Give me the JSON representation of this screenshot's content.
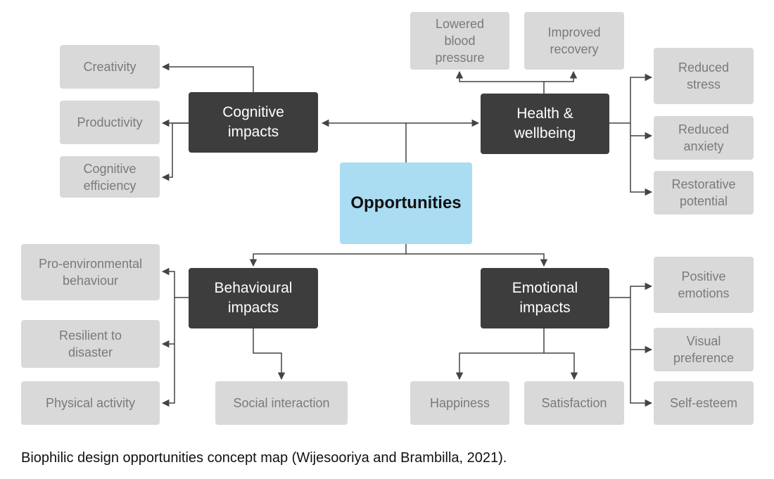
{
  "center": {
    "label": "Opportunities"
  },
  "categories": {
    "cognitive": {
      "label": "Cognitive\nimpacts",
      "items": [
        "Creativity",
        "Productivity",
        "Cognitive\nefficiency"
      ]
    },
    "health": {
      "label": "Health &\nwellbeing",
      "items": [
        "Lowered\nblood\npressure",
        "Improved\nrecovery",
        "Reduced\nstress",
        "Reduced\nanxiety",
        "Restorative\npotential"
      ]
    },
    "behavioural": {
      "label": "Behavioural\nimpacts",
      "items": [
        "Pro-environmental\nbehaviour",
        "Resilient to\ndisaster",
        "Physical activity",
        "Social interaction"
      ]
    },
    "emotional": {
      "label": "Emotional\nimpacts",
      "items": [
        "Positive\nemotions",
        "Visual\npreference",
        "Self-esteem",
        "Happiness",
        "Satisfaction"
      ]
    }
  },
  "caption": "Biophilic design opportunities concept map (Wijesooriya and Brambilla, 2021).",
  "colors": {
    "center_fill": "#aadcf2",
    "category_fill": "#3d3d3d",
    "leaf_fill": "#d9d9d9",
    "leaf_text": "#7a7a7a",
    "connector": "#444444"
  }
}
